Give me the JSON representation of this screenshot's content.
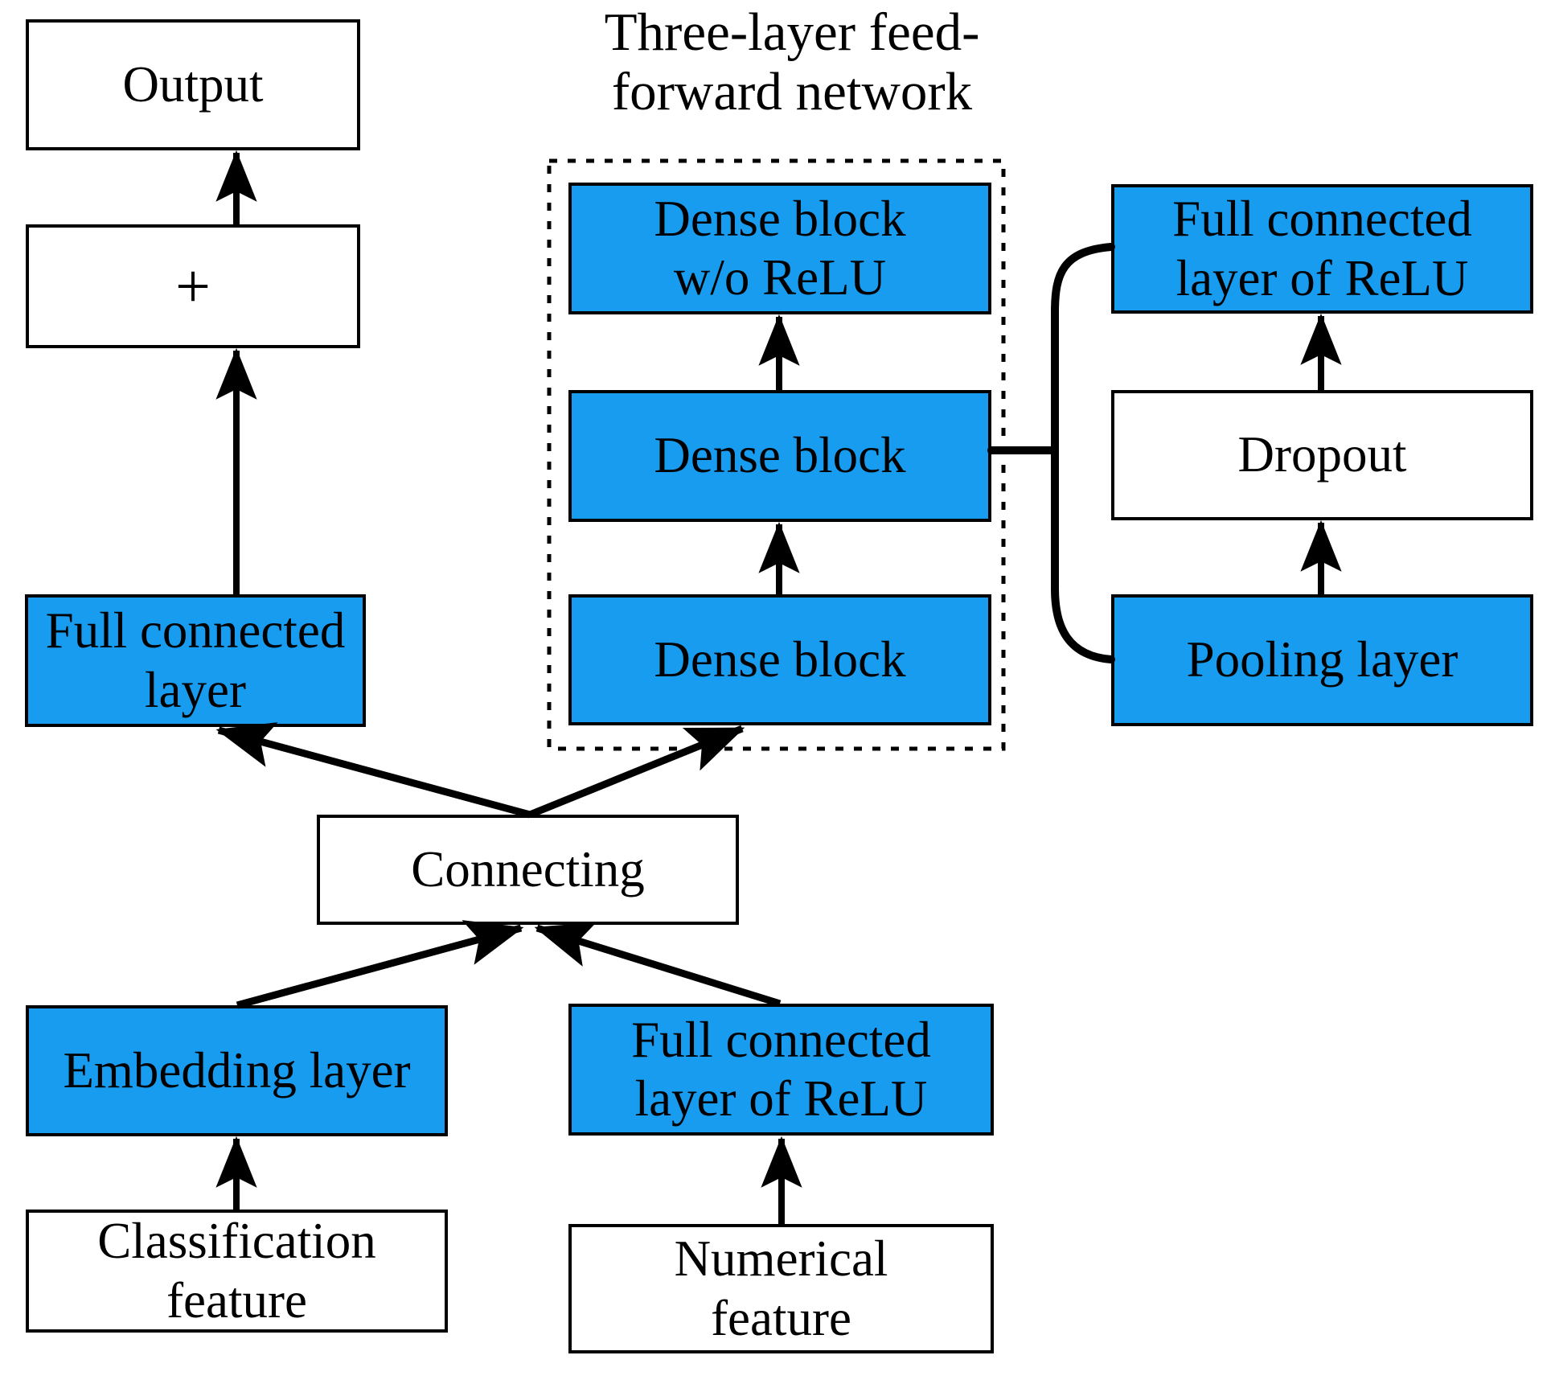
{
  "title": "Three-layer feed-\nforward network",
  "colors": {
    "accent": "#189CF0",
    "box_bg_white": "#FFFFFF",
    "line": "#000000"
  },
  "nodes": [
    {
      "id": "output",
      "label": "Output"
    },
    {
      "id": "plus",
      "label": "+"
    },
    {
      "id": "fc-left",
      "label": "Full connected\nlayer"
    },
    {
      "id": "dense-top",
      "label": "Dense block\nw/o ReLU"
    },
    {
      "id": "dense-mid",
      "label": "Dense block"
    },
    {
      "id": "dense-bottom",
      "label": "Dense block"
    },
    {
      "id": "fc-relu-right",
      "label": "Full connected\nlayer of ReLU"
    },
    {
      "id": "dropout",
      "label": "Dropout"
    },
    {
      "id": "pooling",
      "label": "Pooling layer"
    },
    {
      "id": "connecting",
      "label": "Connecting"
    },
    {
      "id": "embedding",
      "label": "Embedding layer"
    },
    {
      "id": "classification",
      "label": "Classification\nfeature"
    },
    {
      "id": "fc-relu-bottom",
      "label": "Full connected\nlayer of ReLU"
    },
    {
      "id": "numerical",
      "label": "Numerical\nfeature"
    }
  ]
}
